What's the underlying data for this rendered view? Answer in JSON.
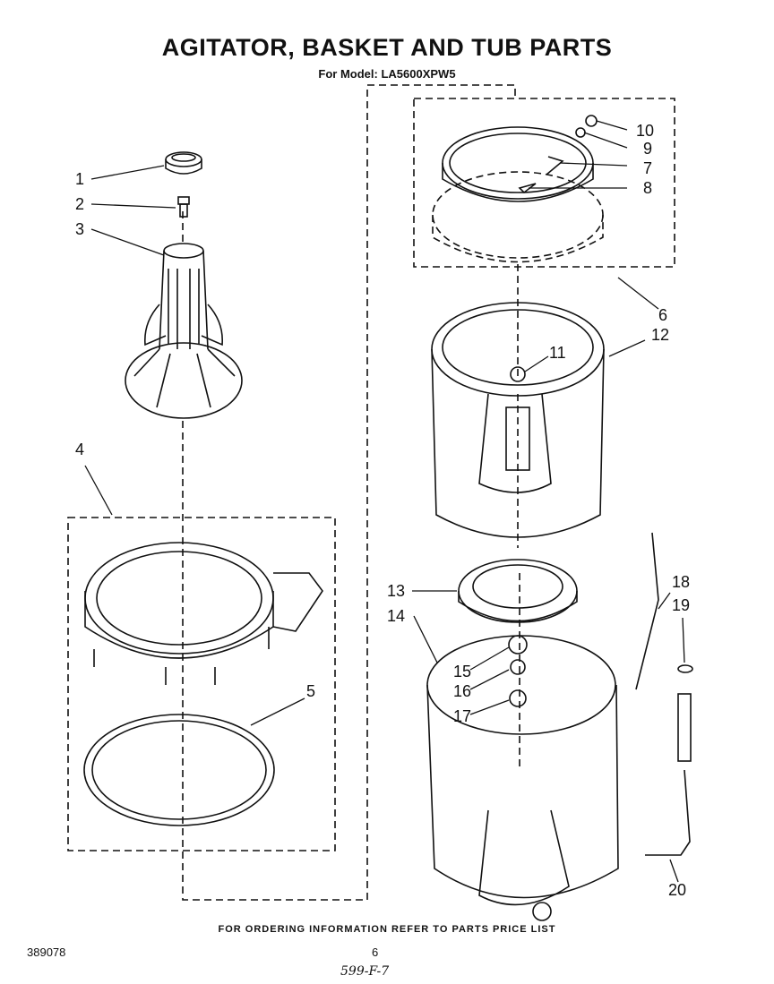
{
  "page": {
    "title": "AGITATOR, BASKET AND TUB PARTS",
    "subtitle": "For Model: LA5600XPW5",
    "footer_note": "FOR ORDERING INFORMATION REFER TO PARTS PRICE LIST",
    "doc_number": "389078",
    "page_number": "6",
    "handwritten_mark": "599-F-7"
  },
  "callouts": [
    "1",
    "2",
    "3",
    "4",
    "5",
    "6",
    "7",
    "8",
    "9",
    "10",
    "11",
    "12",
    "13",
    "14",
    "15",
    "16",
    "17",
    "18",
    "19",
    "20"
  ],
  "colors": {
    "ink": "#111111",
    "paper": "#ffffff"
  }
}
